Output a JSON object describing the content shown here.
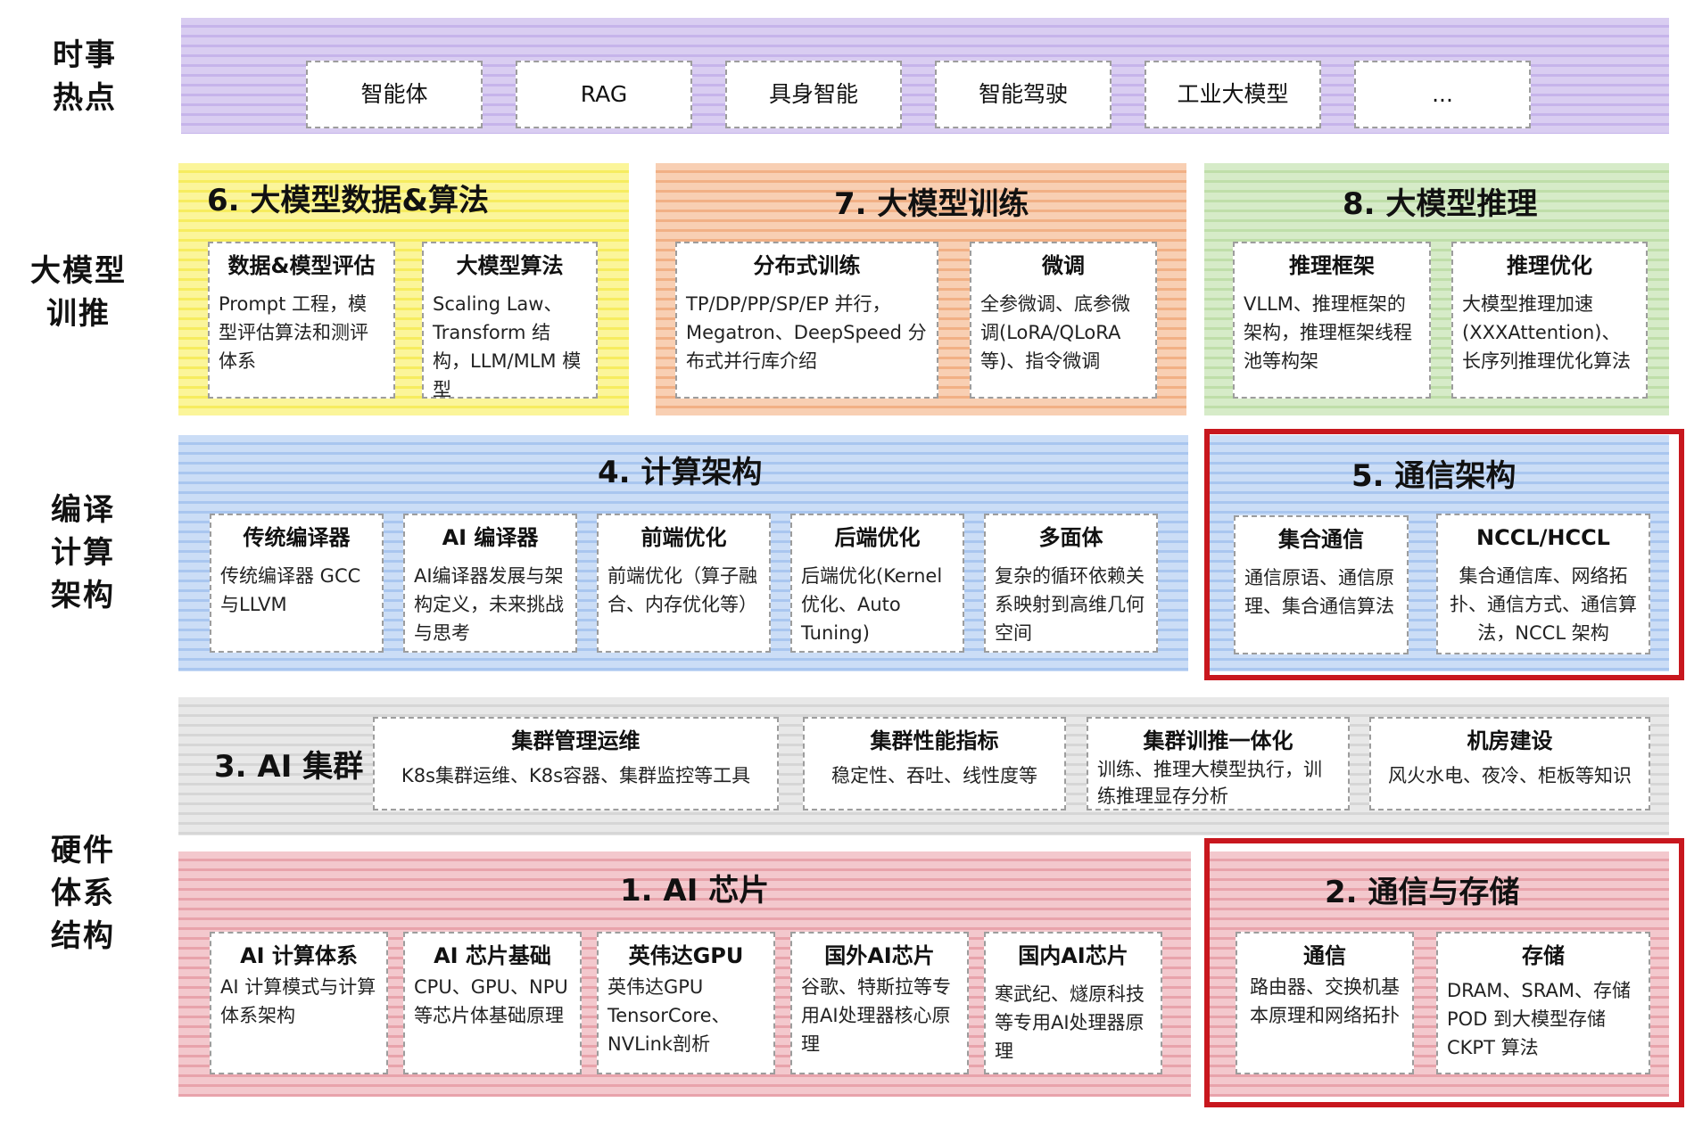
{
  "row_labels": {
    "hot": "时事\n热点",
    "llm": "大模型\n训推",
    "compiler": "编译\n计算\n架构",
    "hardware": "硬件\n体系\n结构"
  },
  "hot_topics": [
    "智能体",
    "RAG",
    "具身智能",
    "智能驾驶",
    "工业大模型",
    "..."
  ],
  "sec6": {
    "title": "6. 大模型数据&算法",
    "cards": [
      {
        "title": "数据&模型评估",
        "desc": "Prompt 工程，模型评估算法和测评体系"
      },
      {
        "title": "大模型算法",
        "desc": "Scaling Law、Transform 结构，LLM/MLM 模型"
      }
    ]
  },
  "sec7": {
    "title": "7. 大模型训练",
    "cards": [
      {
        "title": "分布式训练",
        "desc": "TP/DP/PP/SP/EP 并行，Megatron、DeepSpeed 分布式并行库介绍"
      },
      {
        "title": "微调",
        "desc": "全参微调、底参微调(LoRA/QLoRA等)、指令微调"
      }
    ]
  },
  "sec8": {
    "title": "8. 大模型推理",
    "cards": [
      {
        "title": "推理框架",
        "desc": "VLLM、推理框架的架构，推理框架线程池等构架"
      },
      {
        "title": "推理优化",
        "desc": "大模型推理加速(XXXAttention)、长序列推理优化算法"
      }
    ]
  },
  "sec4": {
    "title": "4.  计算架构",
    "cards": [
      {
        "title": "传统编译器",
        "desc": "传统编译器 GCC与LLVM"
      },
      {
        "title": "AI 编译器",
        "desc": "AI编译器发展与架构定义，未来挑战与思考"
      },
      {
        "title": "前端优化",
        "desc": "前端优化（算子融合、内存优化等）"
      },
      {
        "title": "后端优化",
        "desc": "后端优化(Kernel优化、Auto Tuning)"
      },
      {
        "title": "多面体",
        "desc": "复杂的循环依赖关系映射到高维几何空间"
      }
    ]
  },
  "sec5": {
    "title": "5.  通信架构",
    "cards": [
      {
        "title": "集合通信",
        "desc": "通信原语、通信原理、集合通信算法"
      },
      {
        "title": "NCCL/HCCL",
        "desc": "集合通信库、网络拓扑、通信方式、通信算法，NCCL 架构"
      }
    ]
  },
  "sec3": {
    "title": "3. AI 集群",
    "cards": [
      {
        "title": "集群管理运维",
        "desc": "K8s集群运维、K8s容器、集群监控等工具"
      },
      {
        "title": "集群性能指标",
        "desc": "稳定性、吞吐、线性度等"
      },
      {
        "title": "集群训推一体化",
        "desc": "训练、推理大模型执行，训练推理显存分析"
      },
      {
        "title": "机房建设",
        "desc": "风火水电、夜冷、柜板等知识"
      }
    ]
  },
  "sec1": {
    "title": "1. AI 芯片",
    "cards": [
      {
        "title": "AI 计算体系",
        "desc": "AI 计算模式与计算体系架构"
      },
      {
        "title": "AI 芯片基础",
        "desc": "CPU、GPU、NPU等芯片体基础原理"
      },
      {
        "title": "英伟达GPU",
        "desc": "英伟达GPU TensorCore、NVLink剖析"
      },
      {
        "title": "国外AI芯片",
        "desc": "谷歌、特斯拉等专用AI处理器核心原理"
      },
      {
        "title": "国内AI芯片",
        "desc": "寒武纪、燧原科技等专用AI处理器原理"
      }
    ]
  },
  "sec2": {
    "title": "2. 通信与存储",
    "cards": [
      {
        "title": "通信",
        "desc": "路由器、交换机基本原理和网络拓扑"
      },
      {
        "title": "存储",
        "desc": "DRAM、SRAM、存储 POD 到大模型存储 CKPT 算法"
      }
    ]
  },
  "colors": {
    "purple": "#d9cdf1",
    "yellow": "#fbf59a",
    "orange": "#f8cfb3",
    "green": "#d6ebc8",
    "blue": "#cbddf6",
    "gray": "#e8e8e8",
    "pink": "#f3c8cd",
    "highlight_red": "#c8171e"
  }
}
